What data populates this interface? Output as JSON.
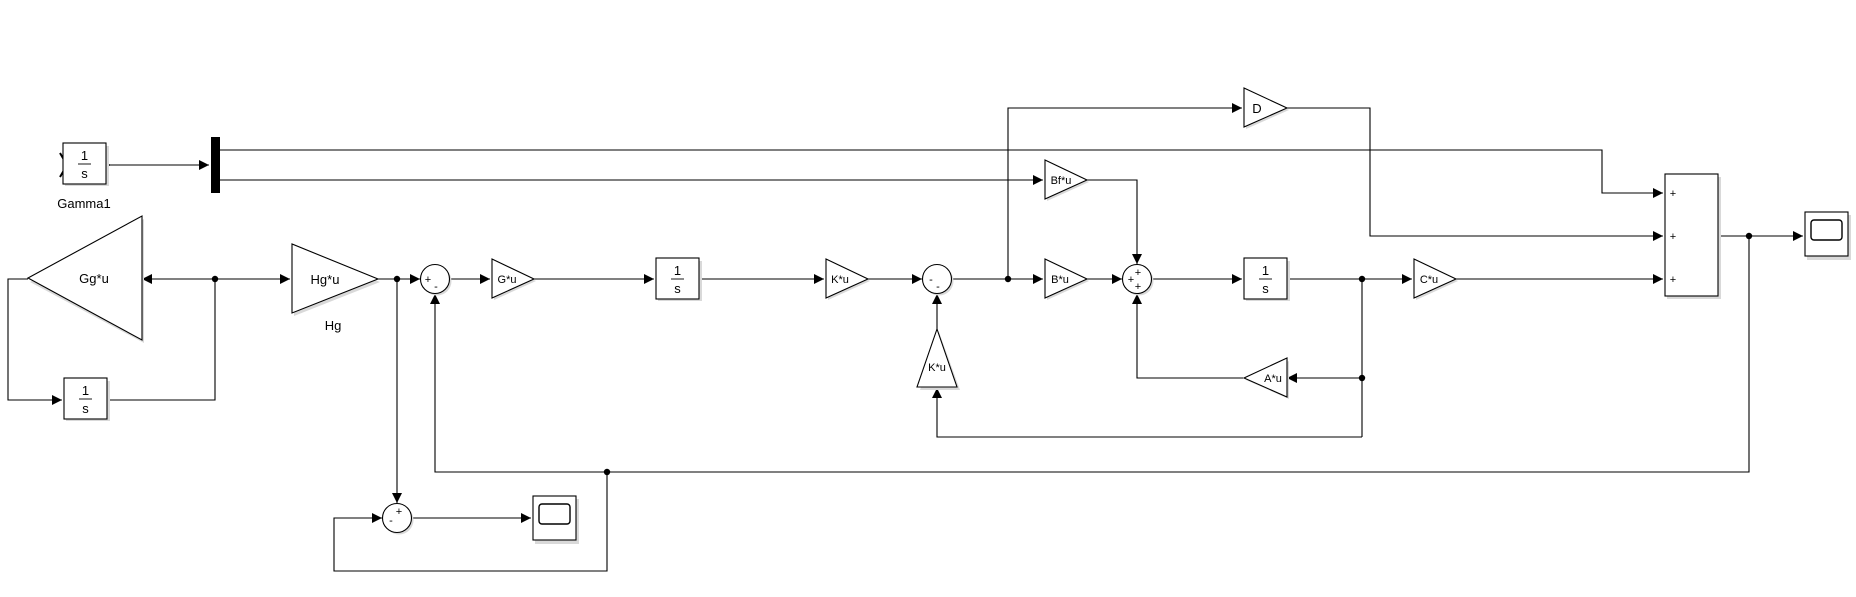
{
  "blocks": {
    "integrator_gamma1": {
      "num": "1",
      "den": "s",
      "caption": "Gamma1"
    },
    "gain_gg": {
      "label": "Gg*u"
    },
    "integrator_loop": {
      "num": "1",
      "den": "s"
    },
    "gain_hg": {
      "label": "Hg*u",
      "caption": "Hg"
    },
    "sum1": {
      "signs": [
        "+",
        "-"
      ]
    },
    "gain_g": {
      "label": "G*u"
    },
    "integrator_mid": {
      "num": "1",
      "den": "s"
    },
    "gain_k1": {
      "label": "K*u"
    },
    "sum2": {
      "signs": [
        "-",
        "-"
      ]
    },
    "gain_k2": {
      "label": "K*u"
    },
    "gain_d": {
      "label": "D"
    },
    "gain_bf": {
      "label": "Bf*u"
    },
    "gain_b": {
      "label": "B*u"
    },
    "sum3": {
      "signs": [
        "+",
        "+",
        "+"
      ]
    },
    "integrator_state": {
      "num": "1",
      "den": "s"
    },
    "gain_a": {
      "label": "A*u"
    },
    "gain_c": {
      "label": "C*u"
    },
    "sum_out": {
      "signs": [
        "+",
        "+",
        "+"
      ]
    },
    "sum_err": {
      "signs": [
        "+",
        "-"
      ]
    }
  }
}
